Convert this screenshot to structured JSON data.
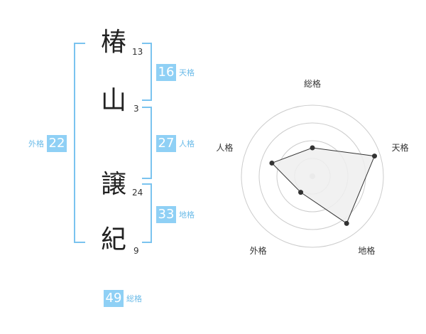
{
  "name": {
    "chars": [
      {
        "char": "椿",
        "strokes": "13"
      },
      {
        "char": "山",
        "strokes": "3"
      },
      {
        "char": "譲",
        "strokes": "24"
      },
      {
        "char": "紀",
        "strokes": "9"
      }
    ]
  },
  "kaku": {
    "tenkaku": {
      "value": "16",
      "label": "天格"
    },
    "jinkaku": {
      "value": "27",
      "label": "人格"
    },
    "chikaku": {
      "value": "33",
      "label": "地格"
    },
    "gaikaku": {
      "value": "22",
      "label": "外格"
    },
    "soukaku": {
      "value": "49",
      "label": "総格"
    }
  },
  "chart_data": {
    "type": "radar",
    "axes": [
      "総格",
      "天格",
      "地格",
      "外格",
      "人格"
    ],
    "values": [
      0.4,
      0.92,
      0.82,
      0.28,
      0.6
    ],
    "max": 1,
    "rings": 4,
    "colors": {
      "fill": "#efefef",
      "line": "#333333",
      "ring": "#cccccc",
      "center": "#cccccc"
    }
  }
}
